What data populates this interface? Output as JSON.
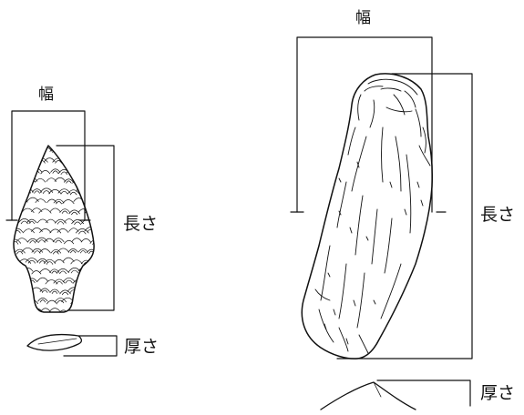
{
  "left_figure": {
    "width_label": "幅",
    "length_label": "長さ",
    "thickness_label": "厚さ"
  },
  "right_figure": {
    "width_label": "幅",
    "length_label": "長さ",
    "thickness_label": "厚さ"
  },
  "colors": {
    "line": "#111111",
    "background": "#ffffff"
  }
}
